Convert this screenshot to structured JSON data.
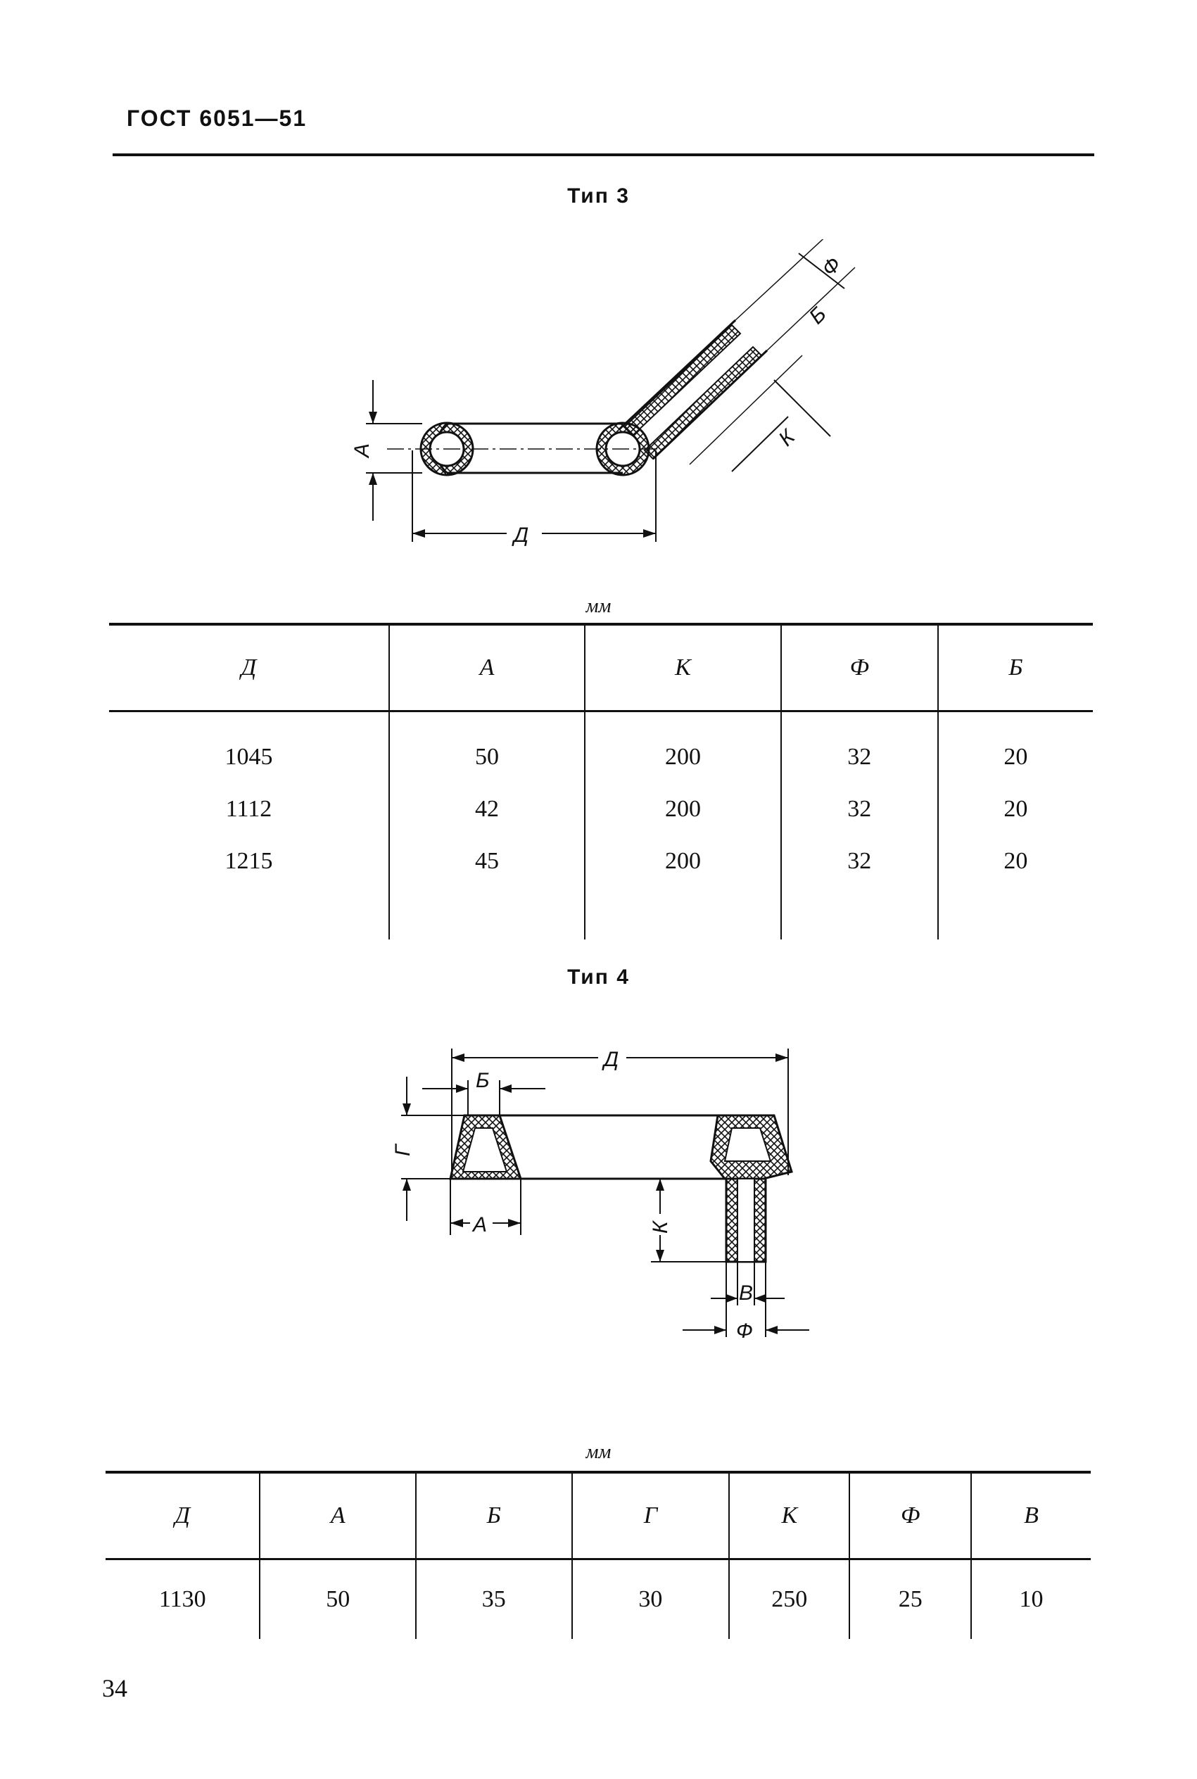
{
  "header": {
    "standard": "ГОСТ 6051—51"
  },
  "type3": {
    "title": "Тип 3",
    "dims": {
      "d": "Д",
      "a": "А",
      "k": "К",
      "f": "Ф",
      "b": "Б"
    },
    "unit": "мм",
    "columns": [
      "Д",
      "А",
      "К",
      "Ф",
      "Б"
    ],
    "rows": [
      [
        "1045",
        "50",
        "200",
        "32",
        "20"
      ],
      [
        "1112",
        "42",
        "200",
        "32",
        "20"
      ],
      [
        "1215",
        "45",
        "200",
        "32",
        "20"
      ]
    ]
  },
  "type4": {
    "title": "Тип 4",
    "dims": {
      "d": "Д",
      "b": "Б",
      "g": "Г",
      "a": "А",
      "k": "К",
      "v": "В",
      "f": "Ф"
    },
    "unit": "мм",
    "columns": [
      "Д",
      "А",
      "Б",
      "Г",
      "К",
      "Ф",
      "В"
    ],
    "rows": [
      [
        "1130",
        "50",
        "35",
        "30",
        "250",
        "25",
        "10"
      ]
    ]
  },
  "page_number": "34"
}
